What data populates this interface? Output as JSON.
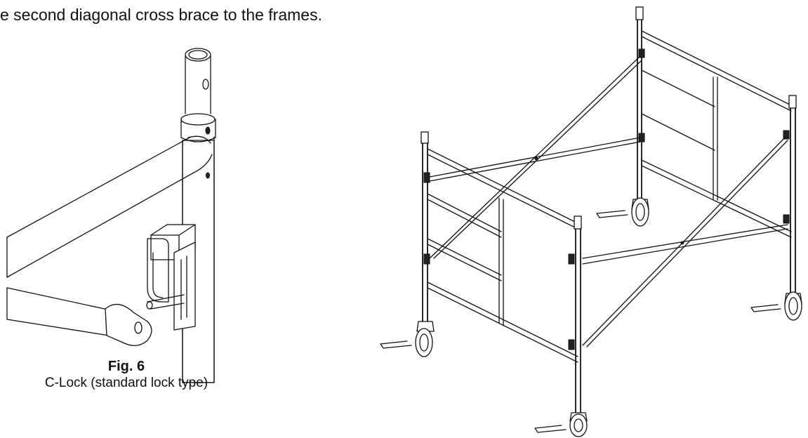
{
  "instruction": "e second diagonal cross brace to the frames.",
  "figure": {
    "label": "Fig. 6",
    "caption": "C-Lock (standard lock type)"
  },
  "illustrations": {
    "detail": "c-lock-detail-drawing",
    "assembly": "scaffold-tower-drawing"
  }
}
